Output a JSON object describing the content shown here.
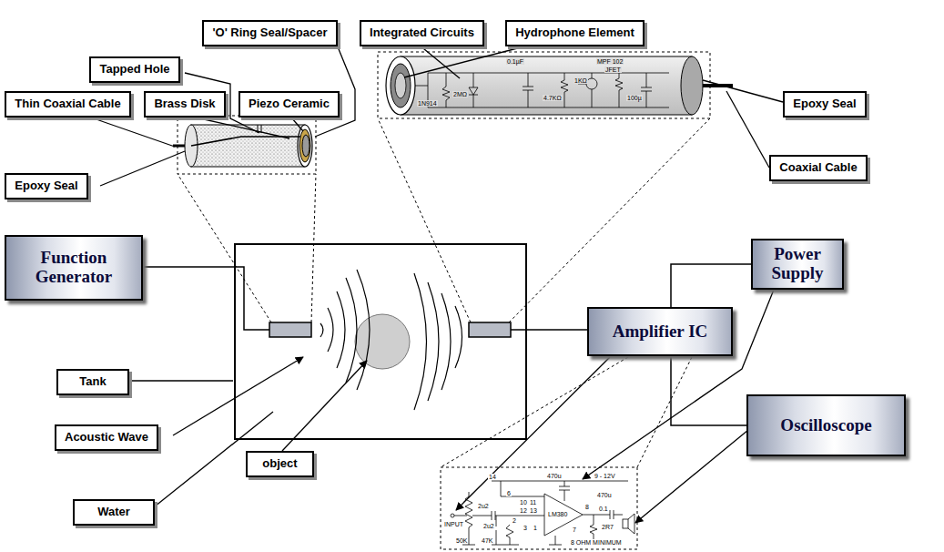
{
  "diagram": {
    "nodes": [
      {
        "text": [
          "'O' Ring Seal/Spacer"
        ]
      },
      {
        "text": [
          "Integrated Circuits"
        ]
      },
      {
        "text": [
          "Hydrophone Element"
        ]
      },
      {
        "text": [
          "Tapped Hole"
        ]
      },
      {
        "text": [
          "Thin Coaxial Cable"
        ]
      },
      {
        "text": [
          "Brass Disk"
        ]
      },
      {
        "text": [
          "Piezo Ceramic"
        ]
      },
      {
        "text": [
          "Epoxy Seal"
        ]
      },
      {
        "text": [
          "Epoxy Seal"
        ]
      },
      {
        "text": [
          "Coaxial Cable"
        ]
      },
      {
        "text": [
          "Function Generator"
        ]
      },
      {
        "text": [
          "Power Supply"
        ]
      },
      {
        "text": [
          "Amplifier IC"
        ]
      },
      {
        "text": [
          "Tank"
        ]
      },
      {
        "text": [
          "Acoustic Wave"
        ]
      },
      {
        "text": [
          "Oscilloscope"
        ]
      },
      {
        "text": [
          "Water"
        ]
      },
      {
        "text": [
          "object"
        ]
      }
    ],
    "edges": [
      {
        "from": 12,
        "to": 11,
        "arrow": "none"
      },
      {
        "from": 12,
        "to": 15,
        "arrow": "none"
      }
    ],
    "labels": [
      "0.1µF",
      "MPF 102",
      "JFET",
      "1KΩ",
      "4.7KΩ",
      "100µ",
      "2MΩ",
      "1N914",
      "14",
      "2u2",
      "6",
      "470u",
      "9 - 12V",
      "10",
      "11",
      "12",
      "13",
      "LM380",
      "8",
      "470u",
      "0.1",
      "2",
      "7",
      "3",
      "1",
      "INPUT",
      "2u2",
      "2R7",
      "50K",
      "47K",
      "8 OHM MINIMUM"
    ]
  }
}
